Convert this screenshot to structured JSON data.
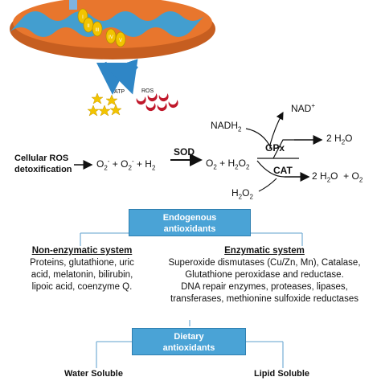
{
  "mito": {
    "complexes": [
      "I",
      "II",
      "III",
      "IV",
      "V"
    ],
    "atp_label": "ATP",
    "ros_label": "ROS"
  },
  "reactions": {
    "nadh": "NADH",
    "nadh_sub": "2",
    "nad": "NAD",
    "nad_sup": "+",
    "gpx": "GPx",
    "gpx_product": "2 H",
    "gpx_product_sub": "2",
    "gpx_product_end": "O",
    "cellular_line1": "Cellular ROS",
    "cellular_line2": "detoxification",
    "reactants": "O",
    "reactants_sup": "2",
    "reactants_sup_sign": "-",
    "reactants_mid": " + O",
    "reactants_mid_sup": "2",
    "reactants_mid_sign": "-",
    "reactants_end": " + H",
    "reactants_end_sub": "2",
    "sod": "SOD",
    "products": "O",
    "products_sub": "2",
    "products_mid": " + H",
    "products_mid_sub": "2",
    "products_end": "O",
    "products_end_sub": "2",
    "cat": "CAT",
    "cat_product": "2 H",
    "cat_product_sub": "2",
    "cat_product_mid": "O  + O",
    "cat_product_end_sub": "2",
    "h2o2": "H",
    "h2o2_sub1": "2",
    "h2o2_mid": "O",
    "h2o2_sub2": "2"
  },
  "endogenous": {
    "box_line1": "Endogenous",
    "box_line2": "antioxidants",
    "nonenzymatic_title": "Non-enzymatic system",
    "nonenzymatic_lines": [
      "Proteins, glutathione, uric",
      "acid, melatonin, bilirubin,",
      "lipoic acid, coenzyme Q."
    ],
    "enzymatic_title": "Enzymatic system",
    "enzymatic_lines": [
      "Superoxide dismutases (Cu/Zn, Mn), Catalase,",
      "Glutathione peroxidase and reductase.",
      "DNA repair enzymes, proteases, lipases,",
      "transferases, methionine sulfoxide reductases"
    ]
  },
  "dietary": {
    "box_line1": "Dietary",
    "box_line2": "antioxidants",
    "water": "Water Soluble",
    "lipid": "Lipid Soluble"
  },
  "colors": {
    "mito_body": "#e8762d",
    "mito_crista": "#3aa0d8",
    "box_fill": "#4aa3d6",
    "arrow_blue": "#2f86c6",
    "star": "#f2c400",
    "ros": "#c0182b"
  }
}
